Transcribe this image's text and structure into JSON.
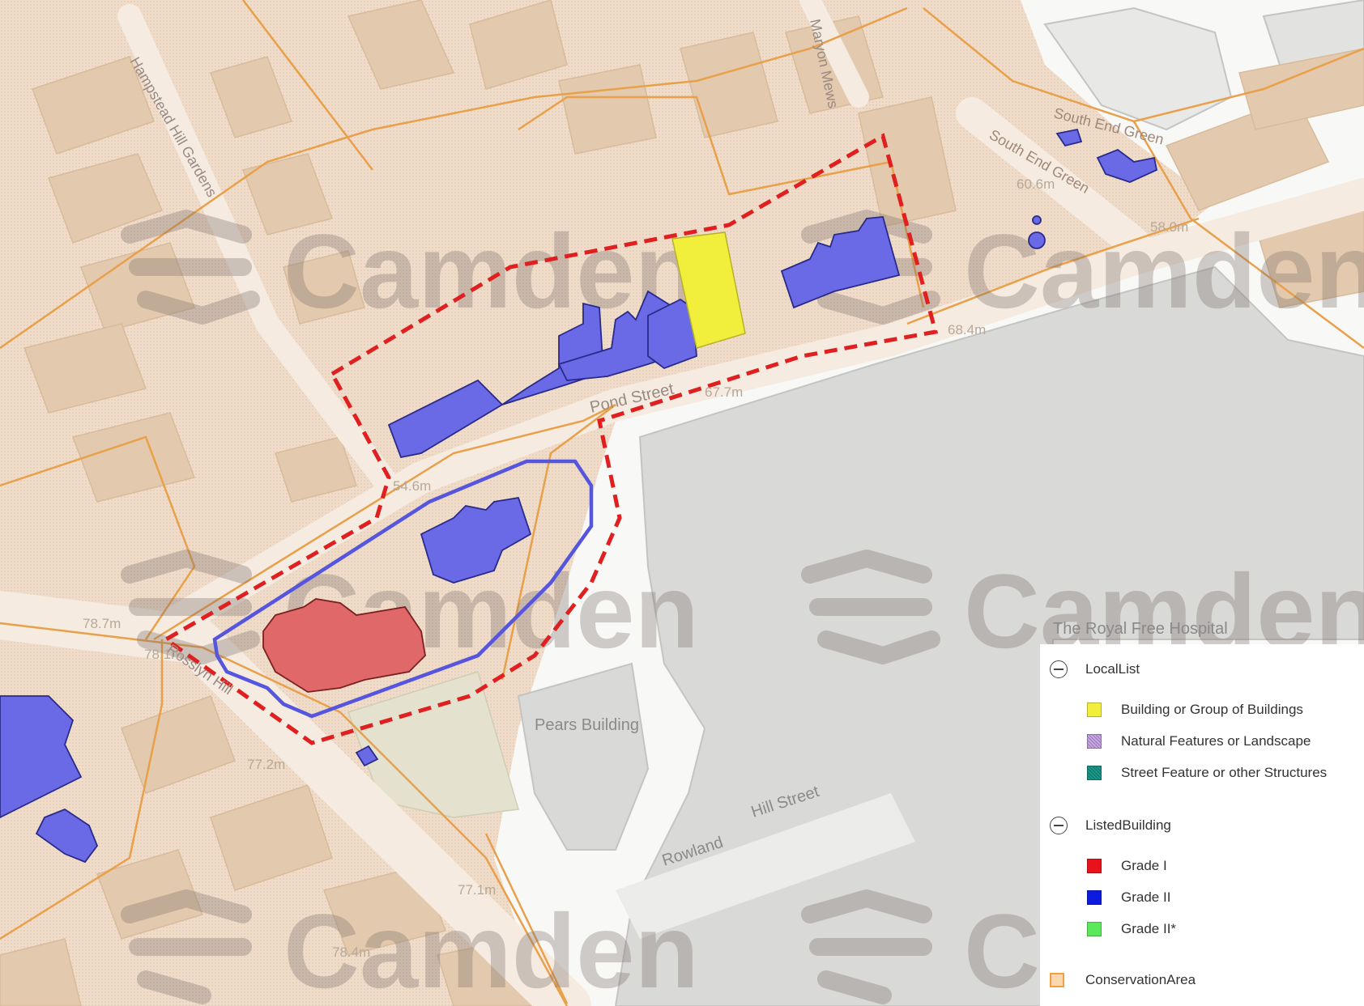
{
  "map": {
    "watermark": "Camden",
    "streets": {
      "pond_street": "Pond Street",
      "hampstead_hill_gardens": "Hampstead Hill Gardens",
      "maryon_mews": "Maryon Mews",
      "south_end_green_1": "South End Green",
      "south_end_green_2": "South End Green",
      "rosslyn_hill": "Rosslyn Hill",
      "rowland_hill_street_1": "Rowland",
      "rowland_hill_street_2": "Hill Street"
    },
    "places": {
      "royal_free": "The Royal Free Hospital",
      "pears_building": "Pears Building"
    },
    "spot_heights": [
      "54.6m",
      "78.7m",
      "77.2m",
      "77.1m",
      "78.4m",
      "60.6m",
      "58.0m",
      "67.7m",
      "68.4m",
      "78.1m"
    ]
  },
  "legend": {
    "groups": [
      {
        "title": "LocalList",
        "items": [
          {
            "label": "Building or Group of Buildings",
            "color": "#f2ee3c"
          },
          {
            "label": "Natural Features or Landscape",
            "color": "#c9a6e8"
          },
          {
            "label": "Street Feature or other Structures",
            "color": "#1a9a8a"
          }
        ]
      },
      {
        "title": "ListedBuilding",
        "items": [
          {
            "label": "Grade I",
            "color": "#e8121a"
          },
          {
            "label": "Grade II",
            "color": "#0d1be0"
          },
          {
            "label": "Grade II*",
            "color": "#5ce85c"
          }
        ]
      }
    ],
    "conservation_area": {
      "label": "ConservationArea",
      "color": "#fbd7b0",
      "border": "#f0a040"
    }
  },
  "colors": {
    "conservation_fill": "#f0dcc8",
    "building_fill": "#e3c9ad",
    "hospital_grey": "#d9d9d7",
    "listed_grade_ii_map": "#6a6ae6",
    "listed_grade_i_map": "#e06868",
    "local_list_map": "#f2ee3c",
    "site_boundary": "#e02020",
    "listed_curtilage": "#5555dd",
    "ca_lines": "#e8a04a"
  }
}
